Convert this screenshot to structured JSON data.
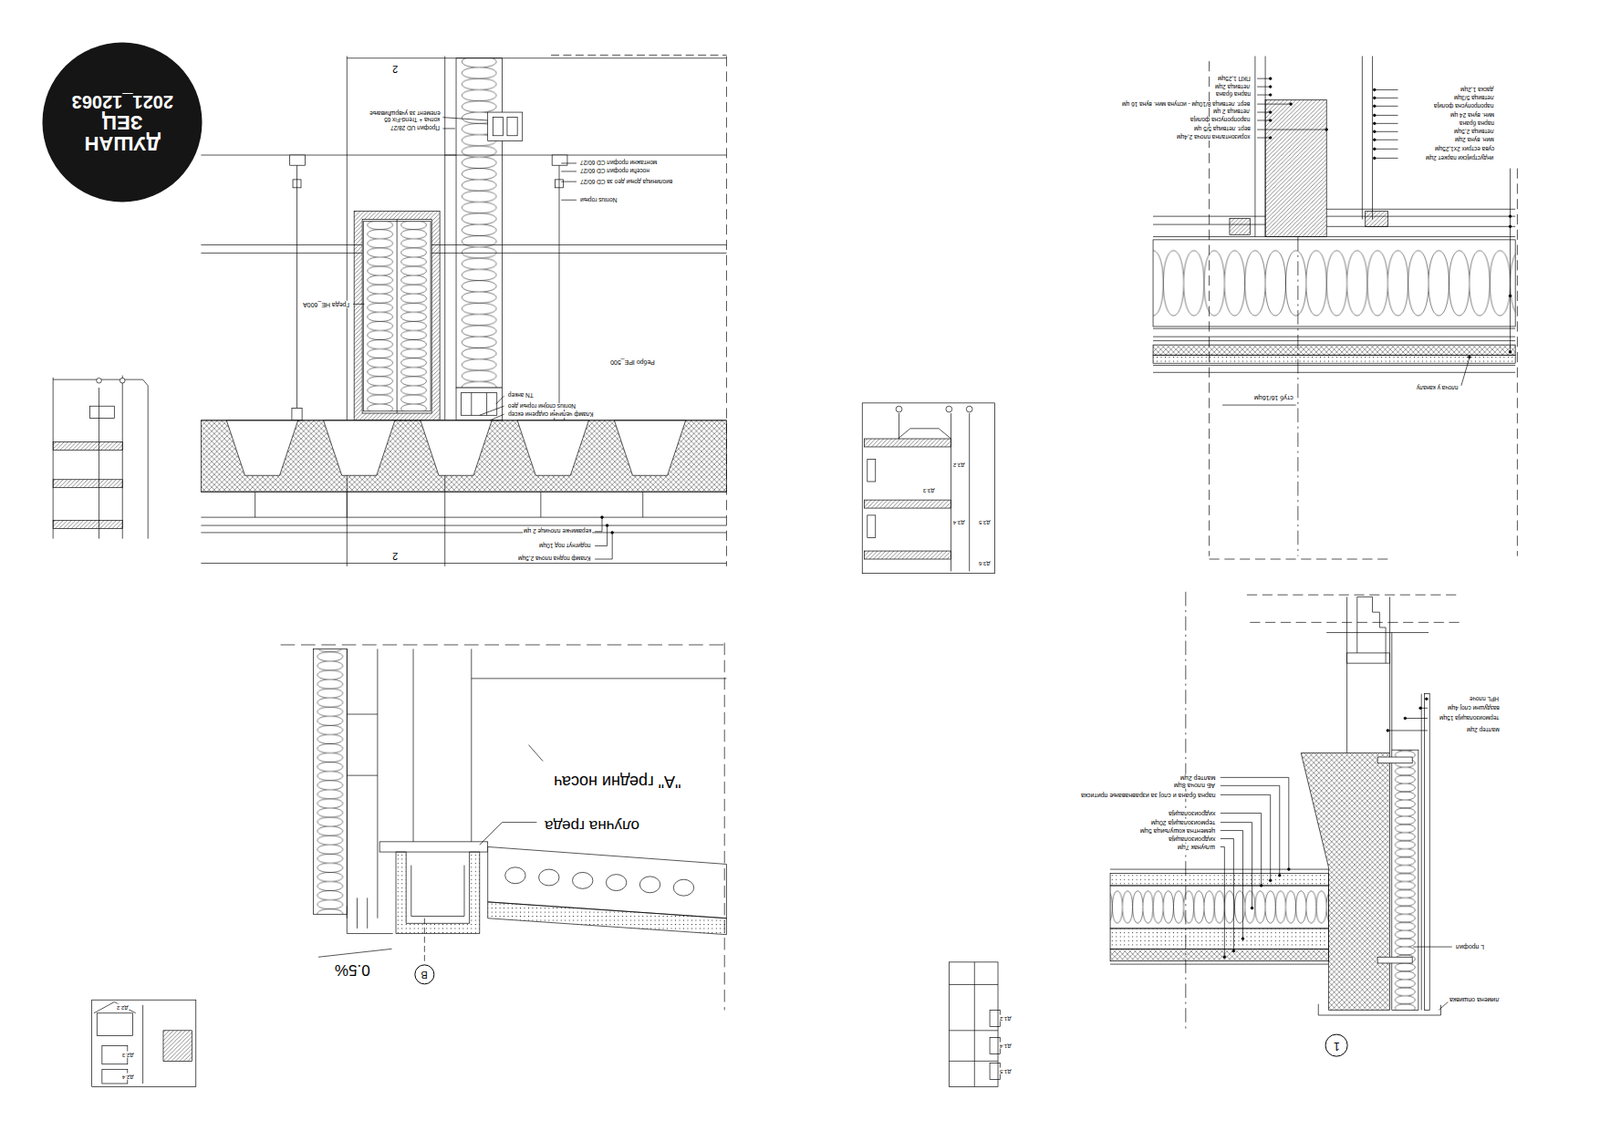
{
  "diagram": {
    "nodes": [
      {
        "text": [
          "ДУШАН",
          "ЗЕЦ",
          "2021_12063"
        ]
      },
      {
        "text": [
          "1"
        ]
      },
      {
        "text": [
          "B"
        ]
      }
    ],
    "labels": [
      "2",
      "2",
      "копча + Trend-Fix 65",
      "елемент за учвршћивање",
      "Профил UD 28/27",
      "монтажни профил CD 60/27",
      "носећи профил CD 60/27",
      "виолиница доњи део за CD 60/27",
      "Nonius горњи",
      "Греда HE_600A",
      "Ребро IPE_500",
      "TN анкер",
      "Nonius спојни горњи део",
      "Кламф челични сидрени ексер",
      "керамичке плочице 2 цм",
      "подигнут под 10цм",
      "Кламф подна плоча 2,5цм",
      "Д3.2",
      "Д3.3",
      "Д3.4",
      "Д3.5",
      "Д3.6",
      "даска 1,2цм",
      "летвица 5/3цм",
      "паропропусна фолија",
      "мин. вуна 24 цм",
      "парна брана",
      "летвица 2,5цм",
      "мин. вуна 2цм",
      "сува естрих 2x1,25цм",
      "индустријски паркет 2цм",
      "ПКП 1,25цм",
      "летвица 2цм",
      "парна брана",
      "верт. летвица 8/10цм - испуна мин. вуна 16 цм",
      "летвица 2 цм",
      "паропропусна фолија",
      "верт. летвица 5/5 цм",
      "хоризонтална плоча 2,4цм",
      "плоча у каналу",
      "стуб 16/16цм",
      "\"А\" гредни носач",
      "олучна греда",
      "0.5%",
      "Д2.2",
      "Д2.3",
      "Д2.4",
      "Д1.2",
      "Д1.4",
      "Д1.5",
      "HPL плоче",
      "ваздушни слој 4цм",
      "термоизолација 15цм",
      "малтер 2цм",
      "малтер 2цм",
      "АБ плоча 8цм",
      "парна брана и слој за изравнавање притиска",
      "хидроизолација",
      "термоизолација 20цм",
      "цементна кошуљица 5цм",
      "хидроизолација",
      "шљунак 7цм",
      "L профил",
      "лимена опшивка"
    ]
  }
}
